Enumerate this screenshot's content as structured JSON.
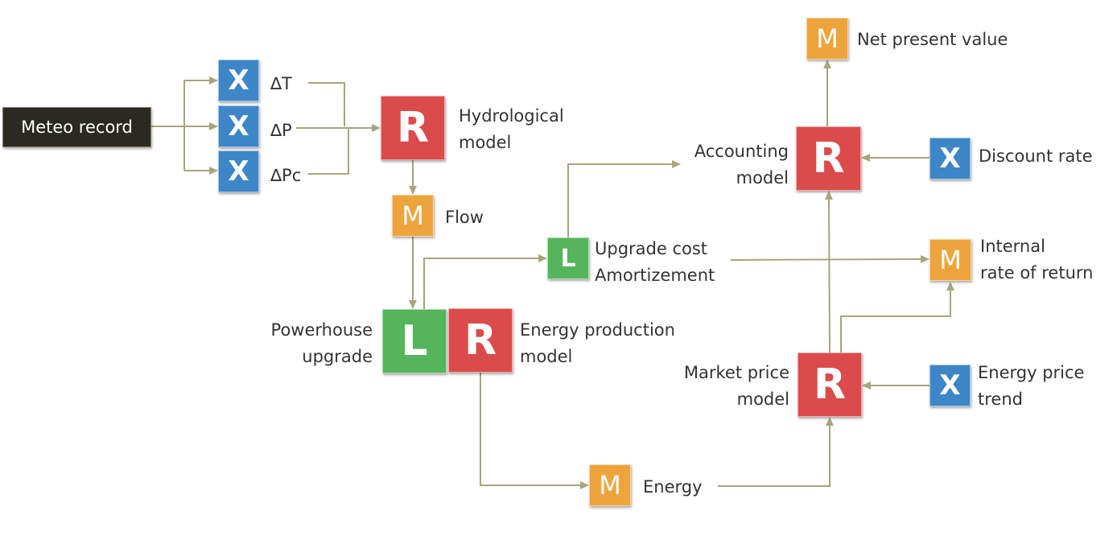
{
  "colors": {
    "X": "#3d86c8",
    "M": "#eea43d",
    "R": "#dc4b4b",
    "L": "#55b55a",
    "connector": "#a7a47e",
    "source_box": "#2b2a22"
  },
  "source": {
    "label": "Meteo record"
  },
  "nodes": {
    "x_dt": {
      "letter": "X",
      "label": "∆T"
    },
    "x_dp": {
      "letter": "X",
      "label": "∆P"
    },
    "x_dpc": {
      "letter": "X",
      "label": "∆Pc"
    },
    "hydro": {
      "letter": "R",
      "label_line1": "Hydrological",
      "label_line2": "model"
    },
    "flow": {
      "letter": "M",
      "label": "Flow"
    },
    "upgrade_cost": {
      "letter": "L",
      "label_line1": "Upgrade cost",
      "label_line2": "Amortizement"
    },
    "powerhouse": {
      "letter": "L",
      "label_line1": "Powerhouse",
      "label_line2": "upgrade"
    },
    "energy_model": {
      "letter": "R",
      "label_line1": "Energy production",
      "label_line2": "model"
    },
    "energy": {
      "letter": "M",
      "label": "Energy"
    },
    "npv": {
      "letter": "M",
      "label": "Net present value"
    },
    "accounting": {
      "letter": "R",
      "label_line1": "Accounting",
      "label_line2": "model"
    },
    "discount": {
      "letter": "X",
      "label": "Discount rate"
    },
    "irr": {
      "letter": "M",
      "label_line1": "Internal",
      "label_line2": "rate of return"
    },
    "market": {
      "letter": "R",
      "label_line1": "Market price",
      "label_line2": "model"
    },
    "price_trend": {
      "letter": "X",
      "label_line1": "Energy price",
      "label_line2": "trend"
    }
  }
}
